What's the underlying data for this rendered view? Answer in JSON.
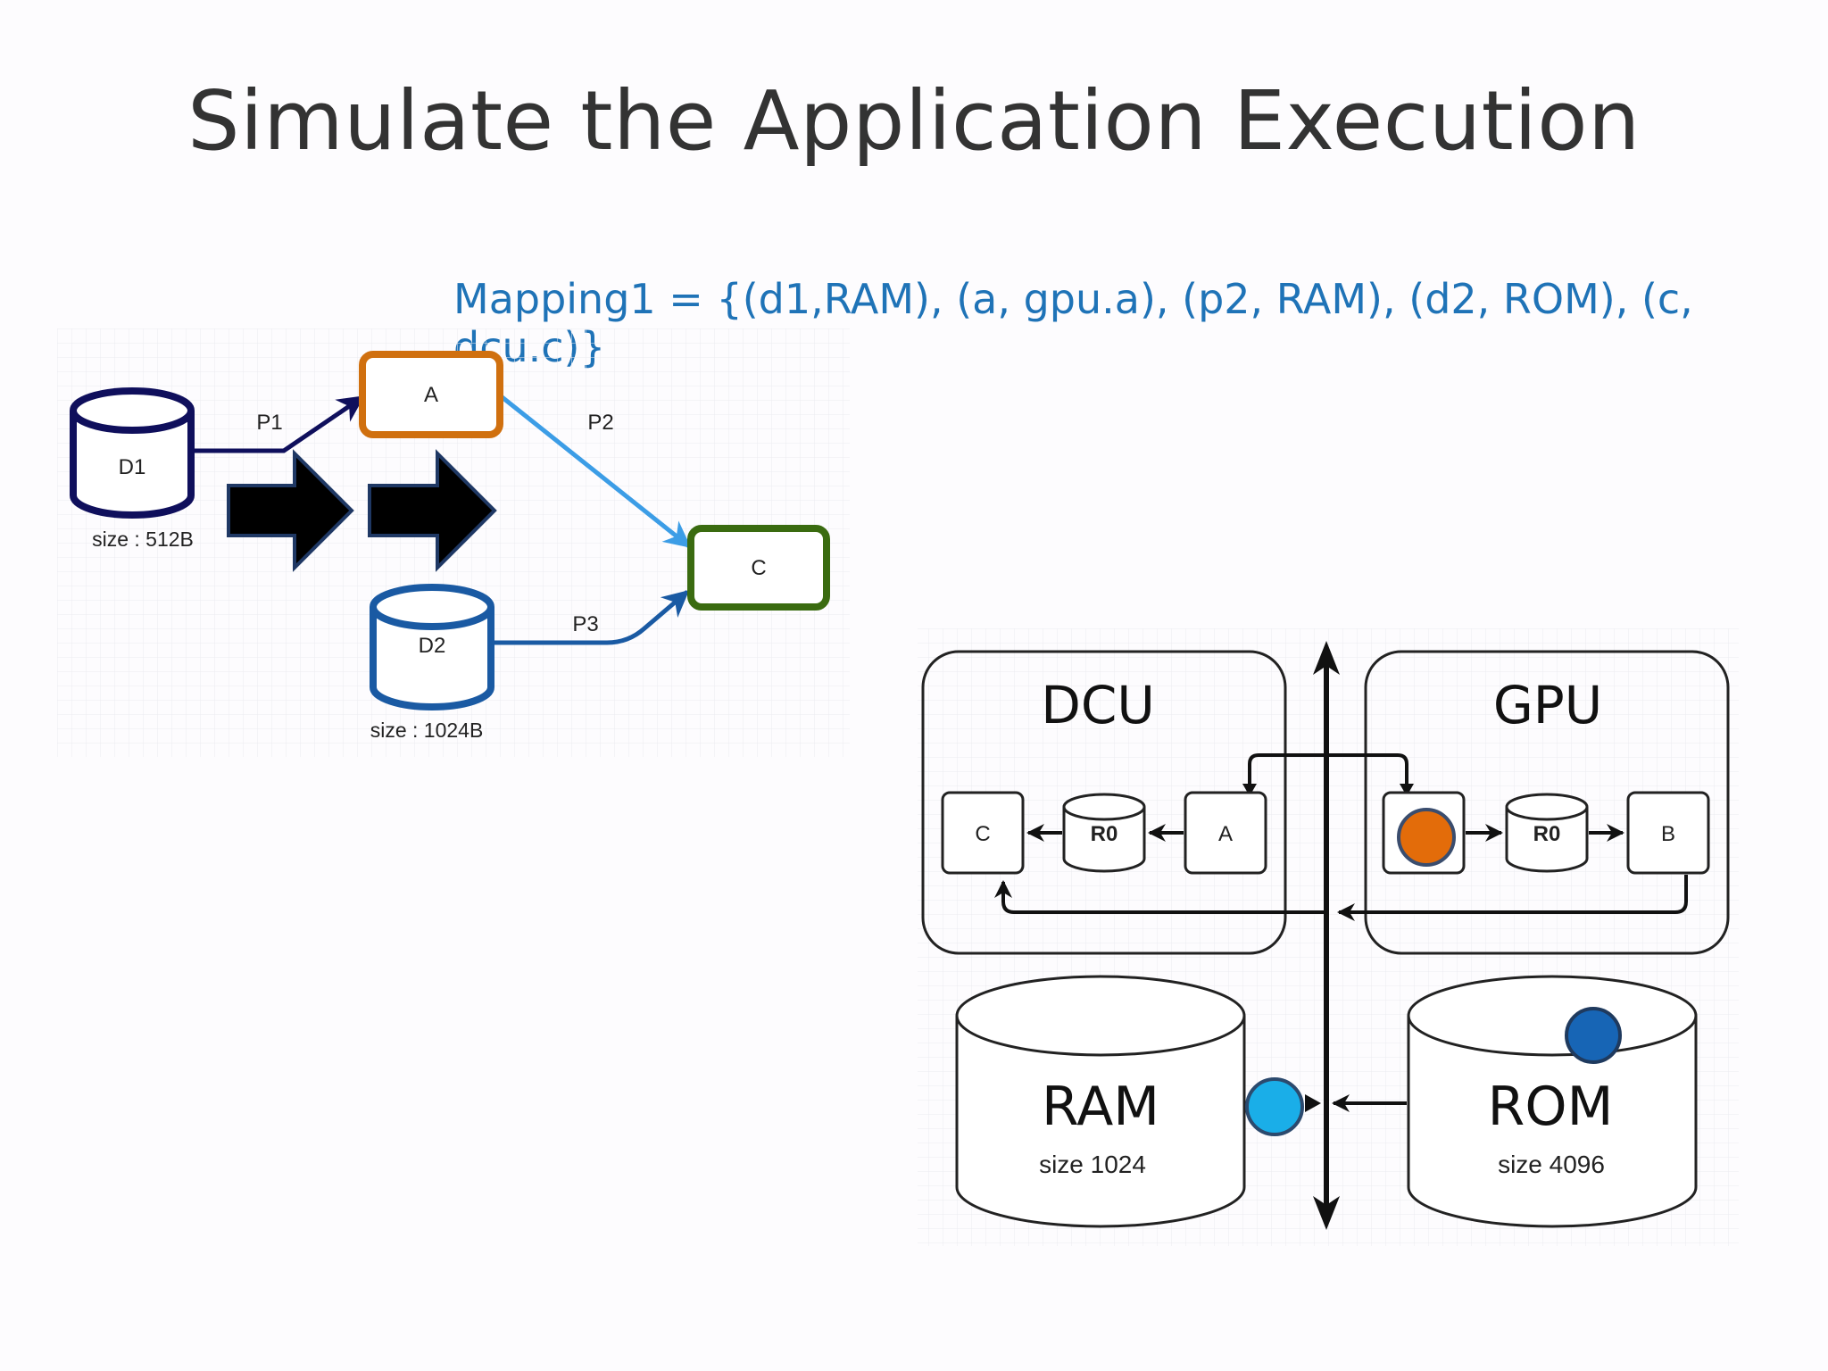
{
  "slide": {
    "title": "Simulate the Application Execution",
    "mapping": "Mapping1 = {(d1,RAM), (a, gpu.a), (p2, RAM), (d2, ROM), (c, dcu.c)}"
  },
  "app_graph": {
    "nodes": {
      "d1": "D1",
      "d2": "D2",
      "a": "A",
      "c": "C"
    },
    "sizes": {
      "d1": "size : 512B",
      "d2": "size : 1024B"
    },
    "edges": {
      "p1": "P1",
      "p2": "P2",
      "p3": "P3"
    }
  },
  "platform": {
    "dcu": {
      "title": "DCU",
      "c": "C",
      "r0": "R0",
      "a": "A"
    },
    "gpu": {
      "title": "GPU",
      "r0": "R0",
      "b": "B"
    },
    "ram": {
      "title": "RAM",
      "size": "size 1024"
    },
    "rom": {
      "title": "ROM",
      "size": "size 4096"
    }
  },
  "tokens": {
    "gpu_slot": "#e36c0a",
    "ram_slot": "#1aaee8",
    "rom_slot": "#1765b5"
  },
  "colors": {
    "d1_border": "#0f0f5c",
    "a_border": "#d0700f",
    "c_border": "#3a6b10",
    "d2_border": "#1a5aa3",
    "p2_arrow": "#3c9de6",
    "title": "#333333",
    "mapping": "#1f73b7"
  }
}
